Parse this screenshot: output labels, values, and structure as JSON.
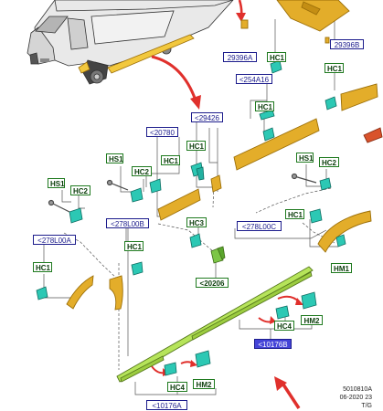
{
  "colors": {
    "part_fill": "#e3ad2a",
    "part_stroke": "#9c6f08",
    "clip_fill": "#2cc8b4",
    "clip_stroke": "#0f6e63",
    "arrow_red": "#e0302c",
    "label_blue": "#1c1c8c",
    "label_green": "#1f7a1f",
    "highlight": "#4444d8",
    "sill_green": "#b6e45a"
  },
  "labels": {
    "l29396a": "29396A",
    "l29396b": "29396B",
    "l254a16": "<254A16",
    "l20780": "<20780",
    "l29426": "<29426",
    "l278l00b": "<278L00B",
    "l278l00a": "<278L00A",
    "l278l00c": "<278L00C",
    "l20206": "<20206",
    "l10176b": "<10176B",
    "l10176a": "<10176A"
  },
  "clip_labels": {
    "hc1_top": "HC1",
    "hc1_right": "HC1",
    "hc1_254": "HC1",
    "hs1_mid": "HS1",
    "hc2_mid": "HC2",
    "hc1_mid": "HC1",
    "hc1_29426": "HC1",
    "hs1_left": "HS1",
    "hc2_left": "HC2",
    "hs1_right": "HS1",
    "hc2_right": "HC2",
    "hc3": "HC3",
    "hc1_278b": "HC1",
    "hc1_278a": "HC1",
    "hc1_278c": "HC1",
    "hm1": "HM1",
    "hc4_right": "HC4",
    "hm2_right": "HM2",
    "hc4_bottom": "HC4",
    "hm2_bottom": "HM2"
  },
  "footer": {
    "code1": "5010810A",
    "code2": "06-2020 23",
    "code3": "T/G"
  }
}
